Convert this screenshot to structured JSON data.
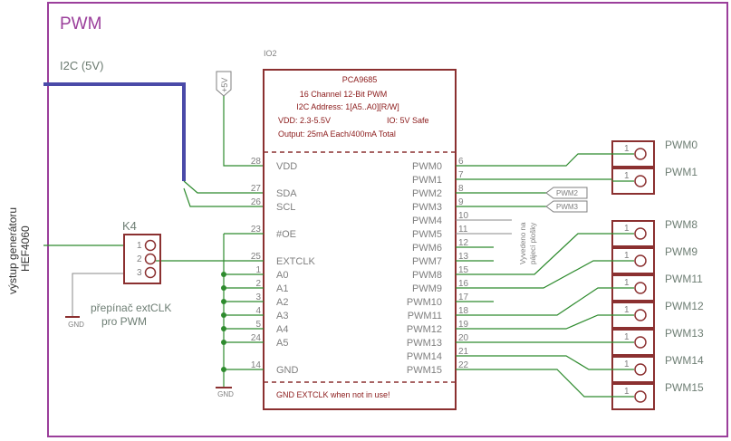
{
  "frame": {
    "title": "PWM"
  },
  "bus": {
    "label": "I2C (5V)"
  },
  "power": {
    "plus5v": "+5V",
    "gnd_k4": "GND",
    "gnd_chip": "GND"
  },
  "ic": {
    "ref": "IO2",
    "name": "PCA9685",
    "desc": "16 Channel 12-Bit PWM",
    "addr": "I2C Address: 1[A5..A0][R/W]",
    "vdd": "VDD: 2.3-5.5V",
    "io": "IO: 5V Safe",
    "output": "Output: 25mA Each/400mA Total",
    "note": "GND EXTCLK when not in use!",
    "left_pins": [
      {
        "num": "28",
        "name": "VDD"
      },
      {
        "num": "27",
        "name": "SDA"
      },
      {
        "num": "26",
        "name": "SCL"
      },
      {
        "num": "23",
        "name": "#OE"
      },
      {
        "num": "25",
        "name": "EXTCLK"
      },
      {
        "num": "1",
        "name": "A0"
      },
      {
        "num": "2",
        "name": "A1"
      },
      {
        "num": "3",
        "name": "A2"
      },
      {
        "num": "4",
        "name": "A3"
      },
      {
        "num": "5",
        "name": "A4"
      },
      {
        "num": "24",
        "name": "A5"
      },
      {
        "num": "14",
        "name": "GND"
      }
    ],
    "right_pins": [
      {
        "num": "6",
        "name": "PWM0"
      },
      {
        "num": "7",
        "name": "PWM1"
      },
      {
        "num": "8",
        "name": "PWM2"
      },
      {
        "num": "9",
        "name": "PWM3"
      },
      {
        "num": "10",
        "name": "PWM4"
      },
      {
        "num": "11",
        "name": "PWM5"
      },
      {
        "num": "12",
        "name": "PWM6"
      },
      {
        "num": "13",
        "name": "PWM7"
      },
      {
        "num": "15",
        "name": "PWM8"
      },
      {
        "num": "16",
        "name": "PWM9"
      },
      {
        "num": "17",
        "name": "PWM10"
      },
      {
        "num": "18",
        "name": "PWM11"
      },
      {
        "num": "19",
        "name": "PWM12"
      },
      {
        "num": "20",
        "name": "PWM13"
      },
      {
        "num": "21",
        "name": "PWM14"
      },
      {
        "num": "22",
        "name": "PWM15"
      }
    ]
  },
  "side_note": {
    "line1": "Vyvedeno na",
    "line2": "pájecí plošky"
  },
  "flags": [
    "PWM2",
    "PWM3"
  ],
  "connectors_top": [
    {
      "pin": "1",
      "label": "PWM0"
    },
    {
      "pin": "1",
      "label": "PWM1"
    }
  ],
  "connectors_bottom": [
    {
      "pin": "1",
      "label": "PWM8"
    },
    {
      "pin": "1",
      "label": "PWM9"
    },
    {
      "pin": "1",
      "label": "PWM11"
    },
    {
      "pin": "1",
      "label": "PWM12"
    },
    {
      "pin": "1",
      "label": "PWM13"
    },
    {
      "pin": "1",
      "label": "PWM14"
    },
    {
      "pin": "1",
      "label": "PWM15"
    }
  ],
  "k4": {
    "ref": "K4",
    "pins": [
      "1",
      "2",
      "3"
    ],
    "caption1": "přepínač extCLK",
    "caption2": "pro PWM"
  },
  "generator": {
    "line1": "výstup generátoru",
    "line2": "HEF4060"
  }
}
